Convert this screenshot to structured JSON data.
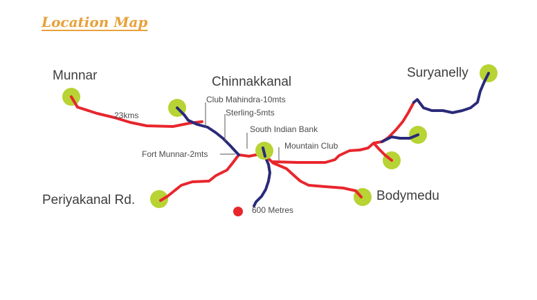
{
  "title": "Location Map",
  "colors": {
    "red_road": "#e8262d",
    "blue_road": "#2a2a7a",
    "node": "#b7d334",
    "title": "#e8a13a"
  },
  "places": {
    "munnar": "Munnar",
    "chinnakkanal": "Chinnakkanal",
    "suryanelly": "Suryanelly",
    "periyakanal": "Periyakanal Rd.",
    "bodymedu": "Bodymedu"
  },
  "annotations": {
    "distance_23km": "23kms",
    "club_mahindra": "Club Mahindra-10mts",
    "sterling": "Sterling-5mts",
    "south_indian_bank": "South Indian Bank",
    "fort_munnar": "Fort Munnar-2mts",
    "mountain_club": "Mountain Club",
    "scale": "600 Metres"
  }
}
